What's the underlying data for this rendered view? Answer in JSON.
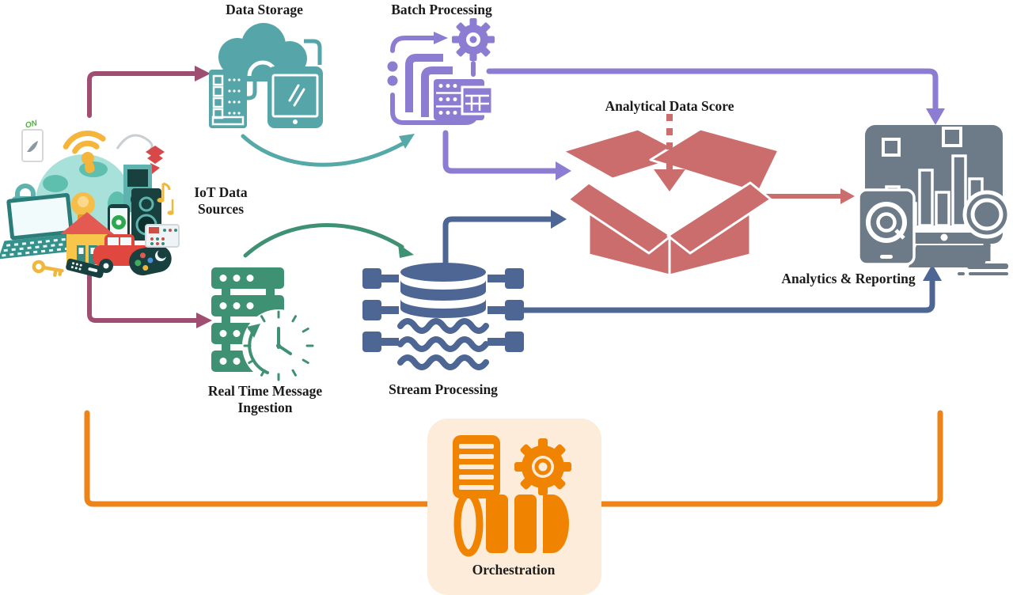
{
  "nodes": {
    "data_storage": {
      "label": "Data Storage"
    },
    "batch": {
      "label": "Batch Processing"
    },
    "iot": {
      "line1": "IoT Data",
      "line2": "Sources",
      "on": "ON"
    },
    "rtmi": {
      "line1": "Real Time Message",
      "line2": "Ingestion"
    },
    "stream": {
      "label": "Stream Processing"
    },
    "ads": {
      "label": "Analytical Data Score"
    },
    "analytics": {
      "label": "Analytics & Reporting"
    },
    "orchestration": {
      "label": "Orchestration"
    }
  },
  "flows": [
    {
      "from": "IoT Data Sources",
      "to": "Data Storage"
    },
    {
      "from": "IoT Data Sources",
      "to": "Real Time Message Ingestion"
    },
    {
      "from": "Data Storage",
      "to": "Batch Processing"
    },
    {
      "from": "Real Time Message Ingestion",
      "to": "Stream Processing"
    },
    {
      "from": "Batch Processing",
      "to": "Analytics & Reporting"
    },
    {
      "from": "Batch Processing",
      "to": "Analytical Data Score"
    },
    {
      "from": "Stream Processing",
      "to": "Analytical Data Score"
    },
    {
      "from": "Stream Processing",
      "to": "Analytics & Reporting"
    },
    {
      "from": "Analytical Data Score",
      "to": "Analytics & Reporting"
    },
    {
      "from": "Orchestration",
      "to": "pipeline"
    }
  ],
  "colors": {
    "maroon_arrow": "#a04d72",
    "teal_icon": "#56a5a8",
    "purple_icon": "#8d7dd2",
    "green_icon": "#3f9173",
    "slate_icon": "#4d6694",
    "red_box": "#cb6d6d",
    "orange_line": "#ee8418",
    "orange_icon": "#f08300",
    "orchestration_card_bg": "#fcecd9",
    "analytics_gray": "#6d7a88",
    "label_text": "#1b1b1b"
  }
}
